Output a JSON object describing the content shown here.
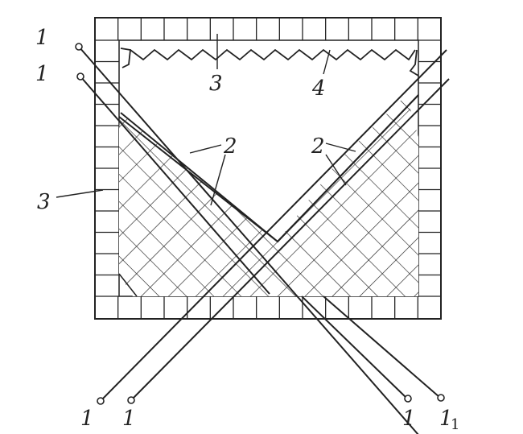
{
  "diagram": {
    "labels": {
      "wire_top_1": "1",
      "wire_top_2": "1",
      "wire_bottom_1": "1",
      "wire_bottom_2": "1",
      "wire_bottom_3": "1",
      "wire_bottom_4": "1",
      "wire_bottom_4_suffix": "1",
      "part_2_left": "2",
      "part_2_right": "2",
      "part_3_top": "3",
      "part_3_left": "3",
      "part_4_top": "4"
    },
    "colors": {
      "ink": "#222222",
      "background": "#ffffff"
    }
  }
}
